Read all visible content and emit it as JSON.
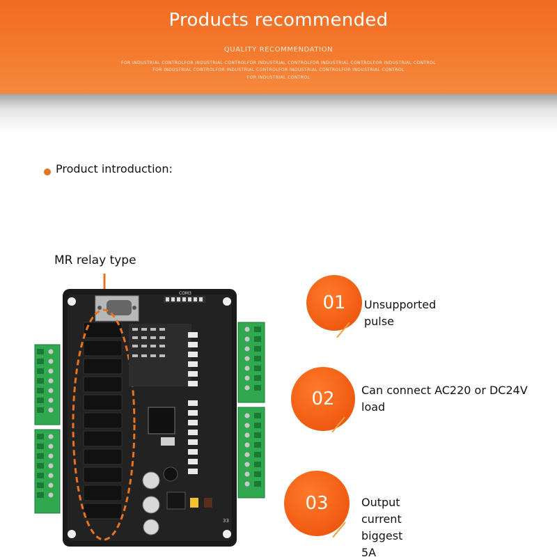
{
  "banner": {
    "title": "Products recommended",
    "subtitle": "QUALITY RECOMMENDATION",
    "small_line_1": "FOR INDUSTRIAL CONTROLFOR INDUSTRIAL CONTROLFOR INDUSTRIAL CONTROLFOR INDUSTRIAL CONTROLFOR INDUSTRIAL CONTROL",
    "small_line_2": "FOR INDUSTRIAL CONTROLFOR INDUSTRIAL CONTROLFOR INDUSTRIAL CONTROLFOR INDUSTRIAL CONTROL",
    "small_line_3": "FOR INDUSTRIAL CONTROL",
    "color": "#f26b22"
  },
  "intro": {
    "label": "Product introduction:"
  },
  "board": {
    "type_label": "MR relay type",
    "silk_top": "COM3",
    "silk_side": "33"
  },
  "features": [
    {
      "number": "01",
      "text": "Unsupported pulse"
    },
    {
      "number": "02",
      "text": "Can connect AC220 or DC24V load"
    },
    {
      "number": "03",
      "text": "Output current biggest 5A"
    }
  ],
  "accent_color": "#f05a12"
}
